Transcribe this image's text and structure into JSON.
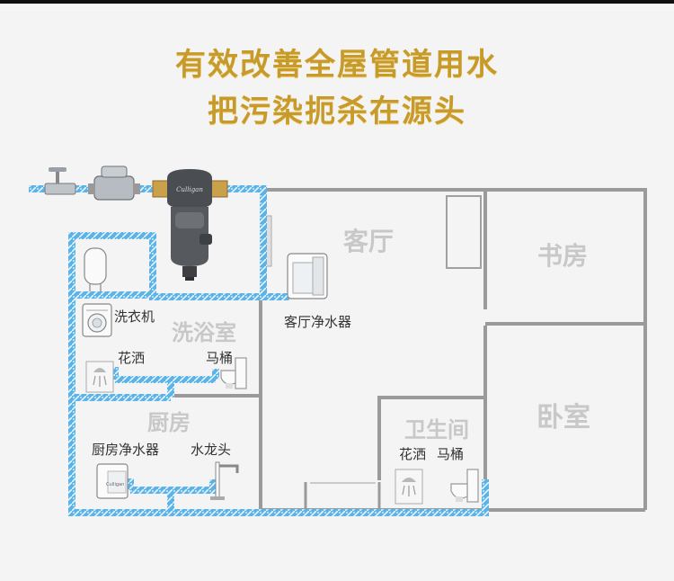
{
  "headline": {
    "line1": "有效改善全屋管道用水",
    "line2": "把污染扼杀在源头"
  },
  "rooms": {
    "living_room": "客厅",
    "study": "书房",
    "bathroom": "洗浴室",
    "kitchen": "厨房",
    "toilet_room": "卫生间",
    "bedroom": "卧室"
  },
  "fixtures": {
    "washing_machine": "洗衣机",
    "bath_shower": "花洒",
    "bath_toilet": "马桶",
    "living_purifier": "客厅净水器",
    "kitchen_purifier": "厨房净水器",
    "faucet": "水龙头",
    "wc_shower": "花洒",
    "wc_toilet": "马桶"
  },
  "device_brand": "Culligan",
  "colors": {
    "title_gold": "#c79a2c",
    "pipe_blue": "#4aa3d8",
    "wall_gray": "#9a9a9a",
    "room_label": "#c8c8c8"
  }
}
